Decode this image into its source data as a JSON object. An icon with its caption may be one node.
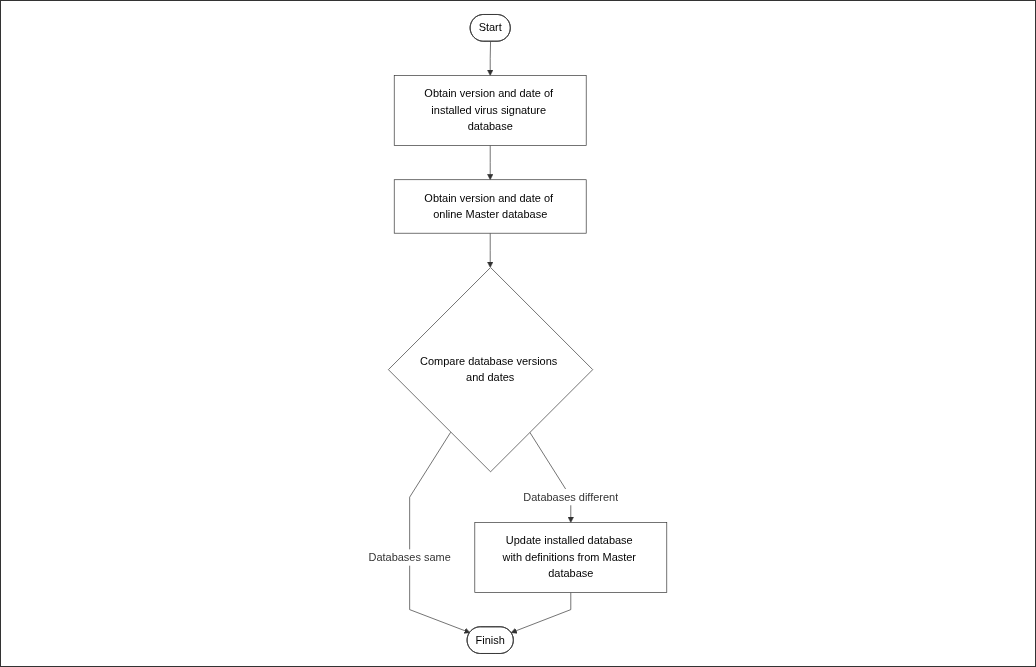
{
  "diagram": {
    "nodes": [
      {
        "text": [
          "Start"
        ]
      },
      {
        "text": [
          "Obtain version and date of installed virus signature database"
        ]
      },
      {
        "text": [
          "Obtain version and date of online Master database"
        ]
      },
      {
        "text": [
          "Compare database versions and dates"
        ]
      },
      {
        "text": [
          "Update installed database with definitions from Master database"
        ]
      },
      {
        "text": [
          "Finish"
        ]
      }
    ],
    "edges": [
      {
        "from": 0,
        "to": 1,
        "arrow": "to"
      },
      {
        "from": 1,
        "to": 2,
        "arrow": "to"
      },
      {
        "from": 2,
        "to": 3,
        "arrow": "to"
      },
      {
        "from": 3,
        "to": 4,
        "arrow": "to",
        "label": "Databases different"
      },
      {
        "from": 3,
        "to": 5,
        "arrow": "to",
        "label": "Databases same"
      },
      {
        "from": 4,
        "to": 5,
        "arrow": "to"
      }
    ]
  }
}
